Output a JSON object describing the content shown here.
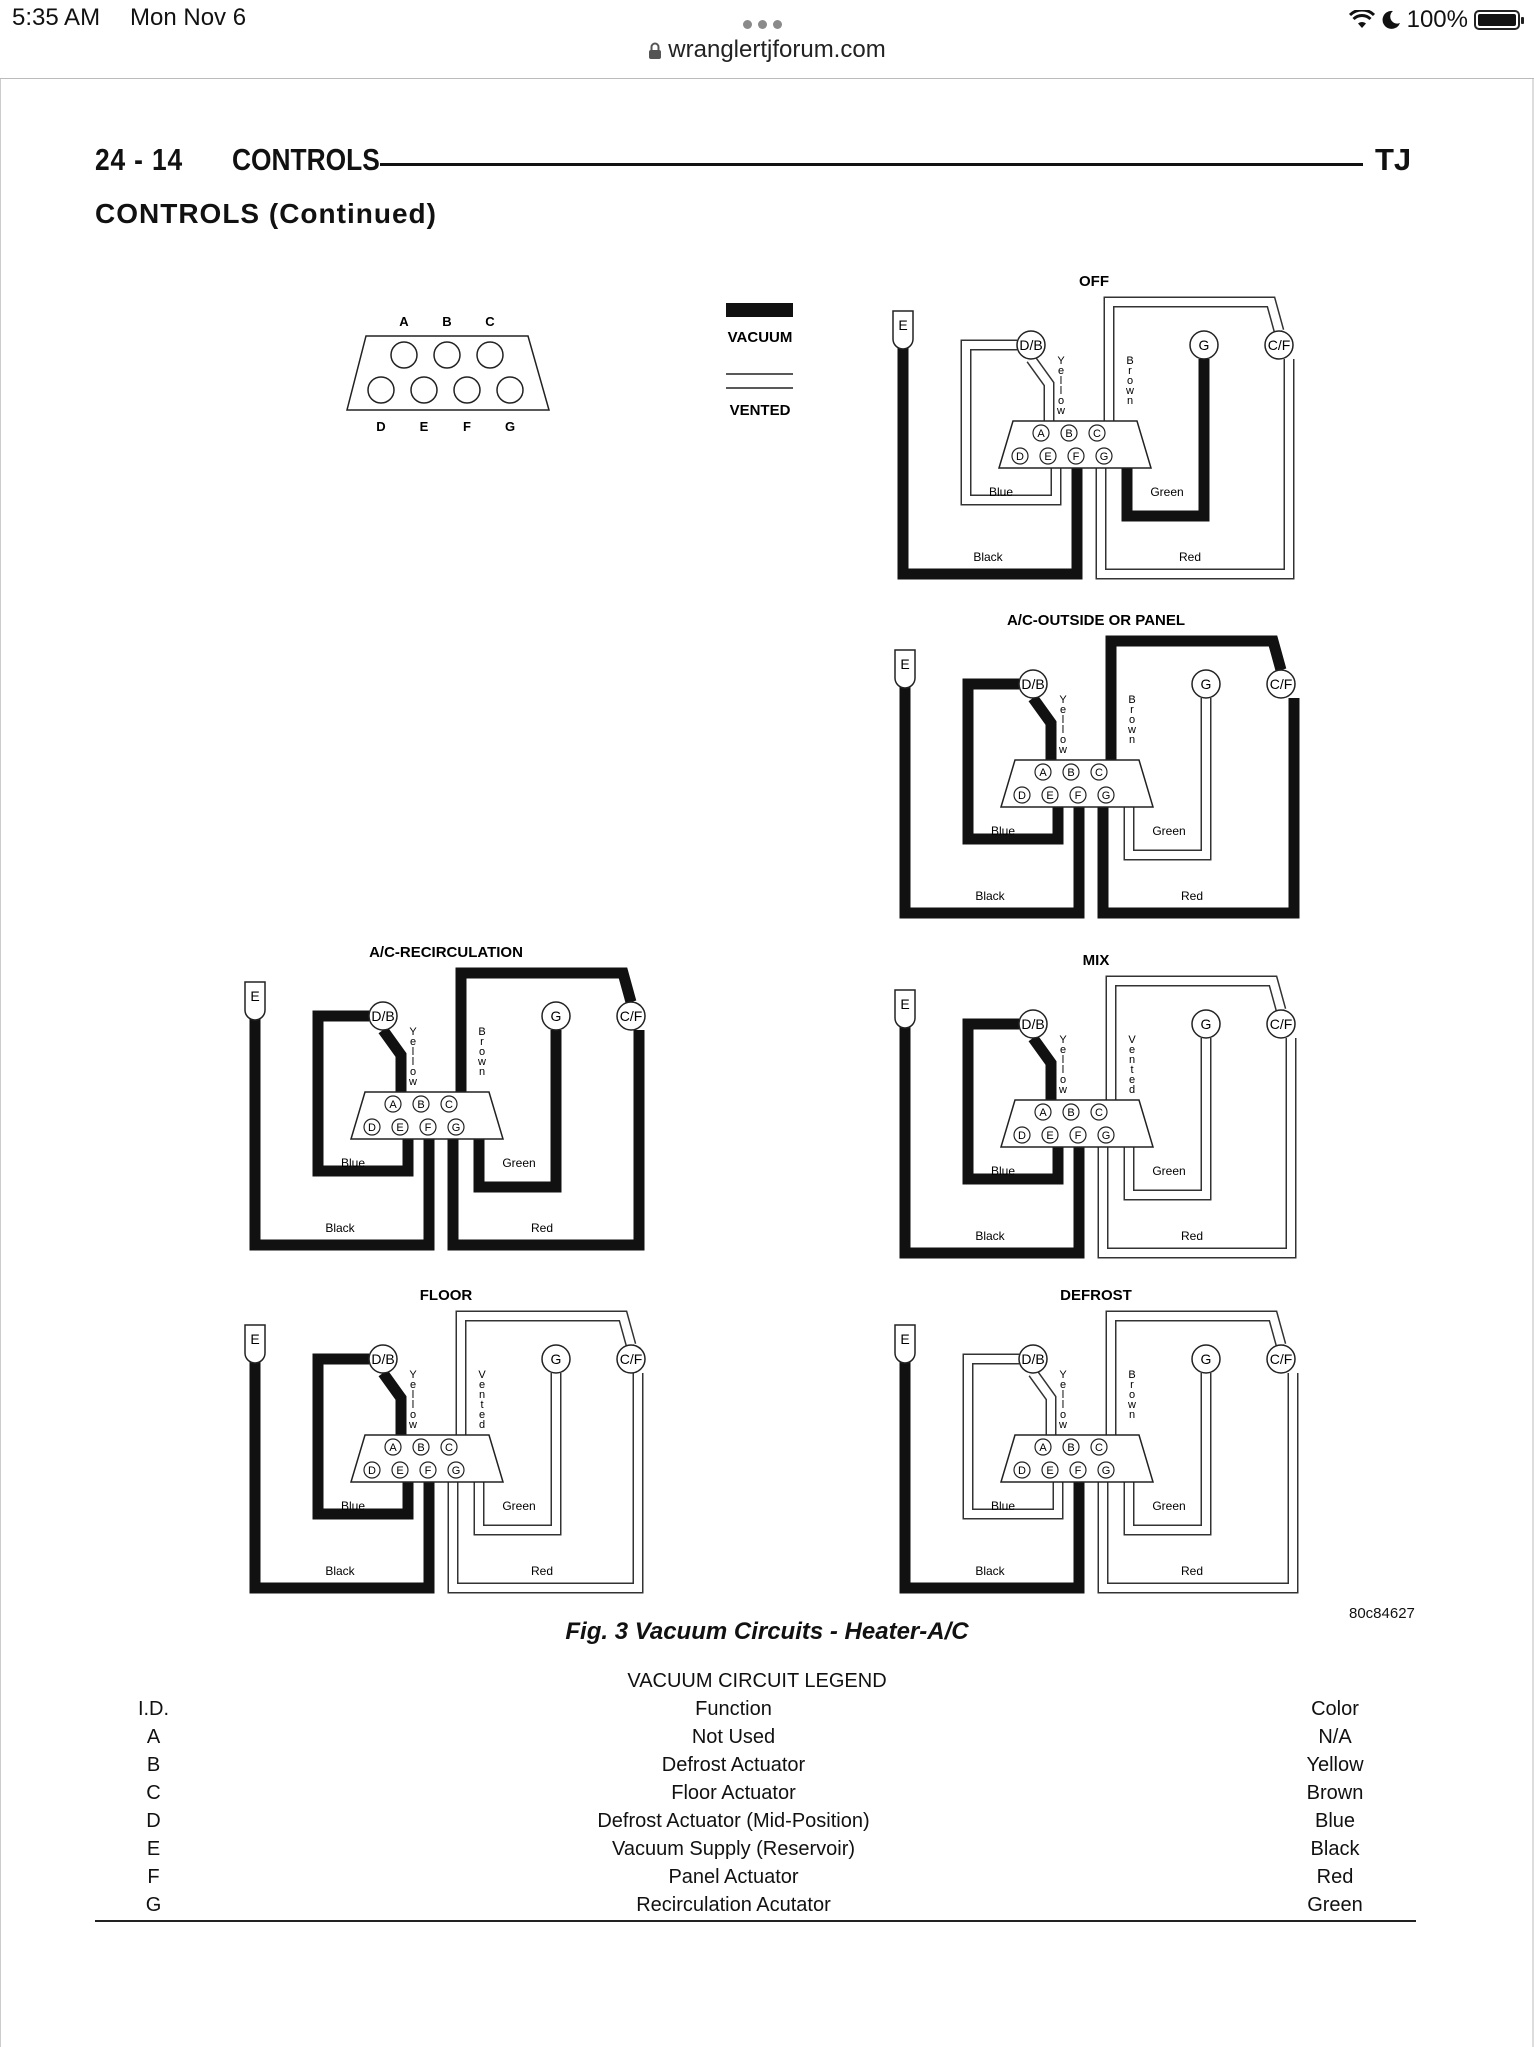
{
  "status_bar": {
    "time": "5:35 AM",
    "date": "Mon Nov 6",
    "battery": "100%",
    "battery_level": 1.0
  },
  "browser": {
    "url": "wranglertjforum.com"
  },
  "document": {
    "page_number": "24 - 14",
    "section": "CONTROLS",
    "model": "TJ",
    "subtitle": "CONTROLS (Continued)"
  },
  "figure": {
    "connector": {
      "top_row": [
        "A",
        "B",
        "C"
      ],
      "bottom_row": [
        "D",
        "E",
        "F",
        "G"
      ]
    },
    "key": {
      "vacuum": "VACUUM",
      "vented": "VENTED"
    },
    "hub_ports": {
      "top": [
        "A",
        "B",
        "C"
      ],
      "bottom": [
        "D",
        "E",
        "F",
        "G"
      ]
    },
    "port_labels": {
      "e": "E",
      "db": "D/B",
      "g": "G",
      "cf": "C/F"
    },
    "line_labels": {
      "yellow": "Yellow",
      "brown": "Brown",
      "vented": "Vented",
      "blue": "Blue",
      "green": "Green",
      "black": "Black",
      "red": "Red"
    },
    "panels": [
      {
        "title": "OFF",
        "vertical_right": "Brown"
      },
      {
        "title": "A/C-OUTSIDE OR PANEL",
        "vertical_right": "Brown"
      },
      {
        "title": "A/C-RECIRCULATION",
        "vertical_right": "Brown"
      },
      {
        "title": "MIX",
        "vertical_right": "Vented"
      },
      {
        "title": "FLOOR",
        "vertical_right": "Vented"
      },
      {
        "title": "DEFROST",
        "vertical_right": "Brown"
      }
    ],
    "caption": "Fig. 3 Vacuum Circuits - Heater-A/C",
    "code": "80c84627"
  },
  "legend": {
    "title": "VACUUM CIRCUIT LEGEND",
    "headers": [
      "I.D.",
      "Function",
      "Color"
    ],
    "rows": [
      [
        "A",
        "Not Used",
        "N/A"
      ],
      [
        "B",
        "Defrost Actuator",
        "Yellow"
      ],
      [
        "C",
        "Floor Actuator",
        "Brown"
      ],
      [
        "D",
        "Defrost Actuator (Mid-Position)",
        "Blue"
      ],
      [
        "E",
        "Vacuum Supply (Reservoir)",
        "Black"
      ],
      [
        "F",
        "Panel Actuator",
        "Red"
      ],
      [
        "G",
        "Recirculation Acutator",
        "Green"
      ]
    ]
  }
}
